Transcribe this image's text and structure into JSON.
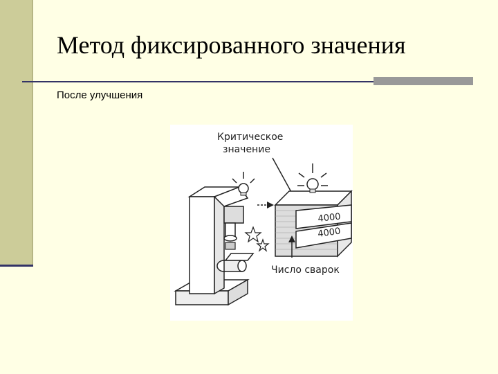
{
  "slide": {
    "title": "Метод фиксированного значения",
    "subtitle": "После улучшения"
  },
  "figure": {
    "label_critical_line1": "Критическое",
    "label_critical_line2": "значение",
    "critical_value": "4000",
    "weld_count_value": "4000",
    "label_weld_count": "Число сварок"
  },
  "colors": {
    "background": "#ffffe5",
    "left_bar": "#cccc99",
    "accent_line": "#333366",
    "grey_bar": "#999999"
  }
}
